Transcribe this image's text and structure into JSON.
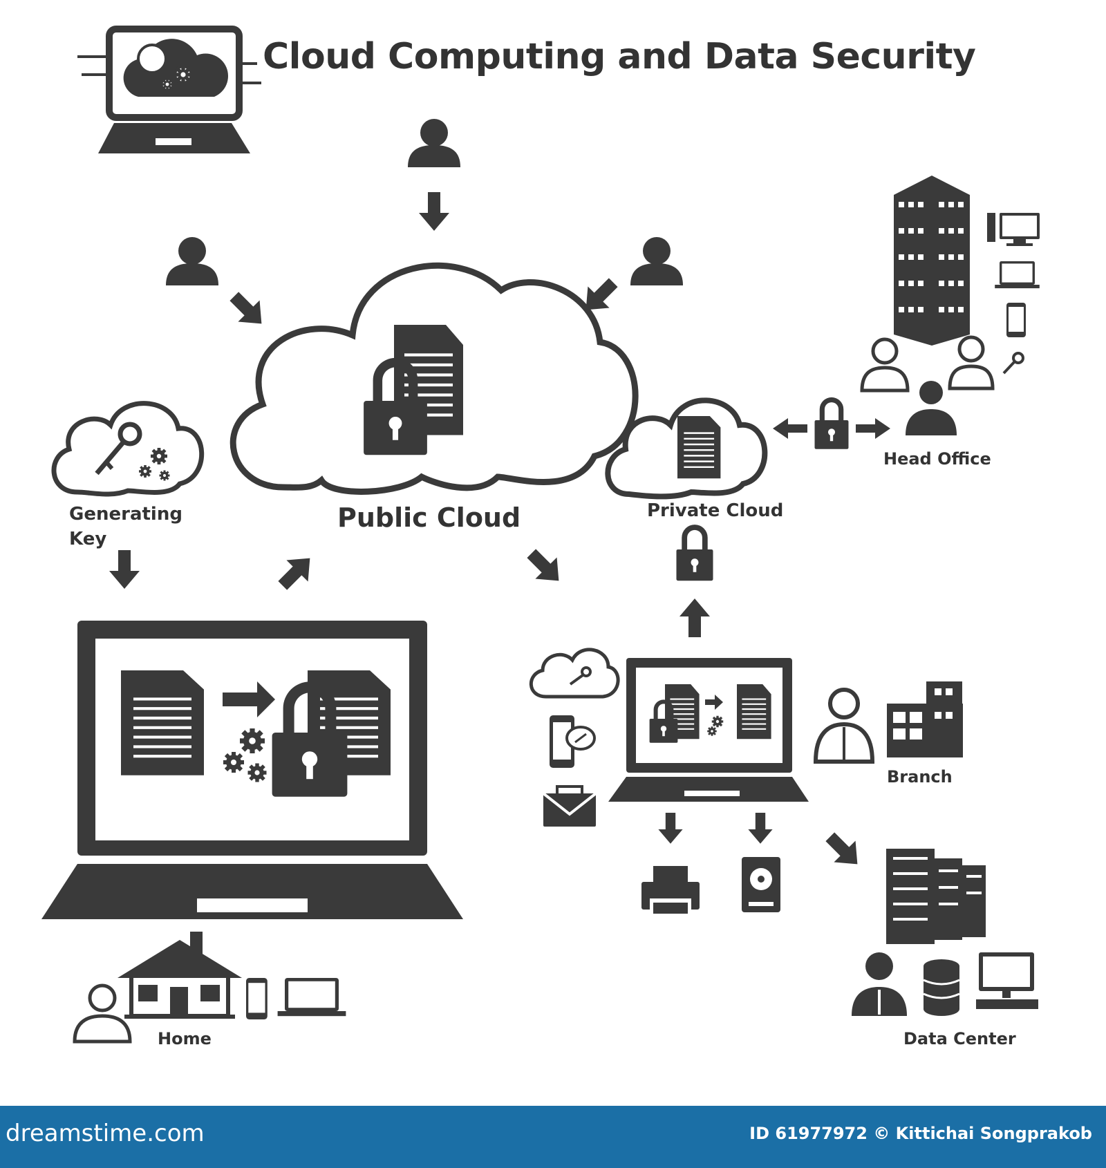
{
  "title": "Cloud Computing  and Data Security",
  "labels": {
    "public_cloud": "Public Cloud",
    "private_cloud": "Private Cloud",
    "generating_key": "Generating Key",
    "head_office": "Head Office",
    "branch": "Branch",
    "home": "Home",
    "data_center": "Data Center"
  },
  "footer": {
    "site": "dreamstime.com",
    "id_text": "ID 61977972 © Kittichai Songprakob"
  },
  "colors": {
    "icon": "#3a3a3a",
    "footer_bg": "#1b6fa6",
    "footer_text": "#ffffff"
  }
}
